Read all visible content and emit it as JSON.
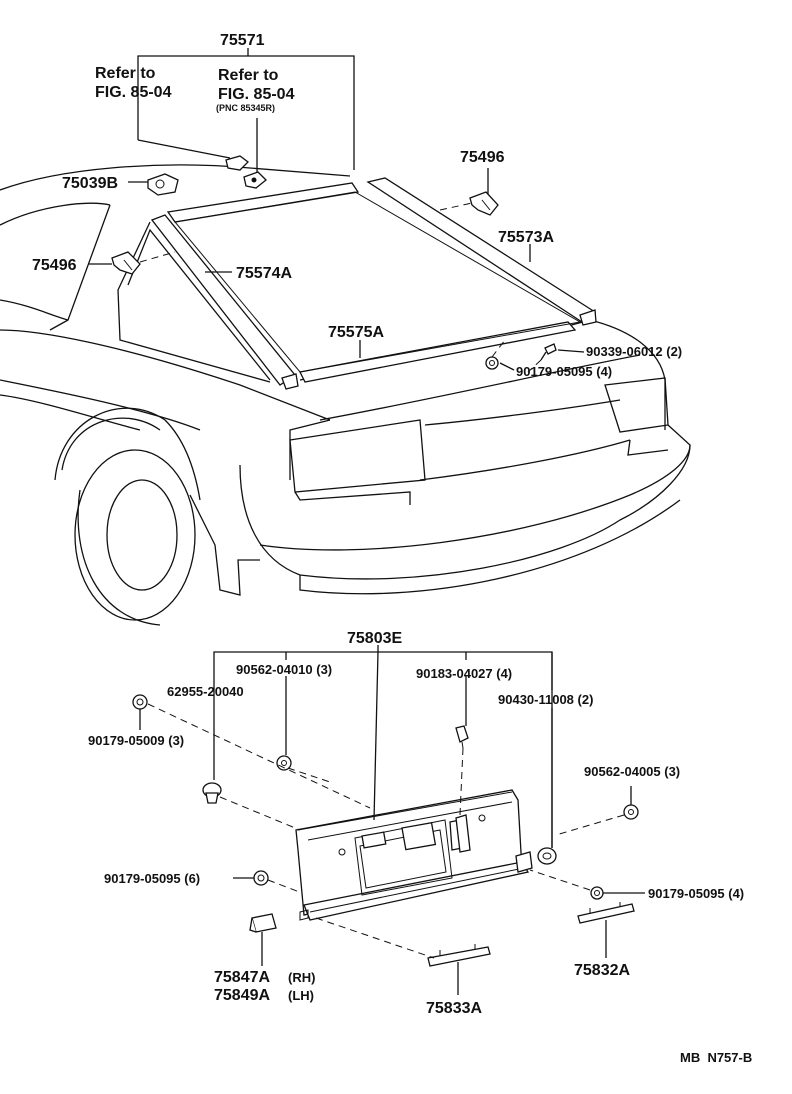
{
  "upper": {
    "p75571": "75571",
    "refer1_a": "Refer to",
    "refer1_b": "FIG. 85-04",
    "refer2_a": "Refer to",
    "refer2_b": "FIG. 85-04",
    "refer2_c": "(PNC 85345R)",
    "p75039b": "75039B",
    "p75496_right": "75496",
    "p75496_left": "75496",
    "p75573a": "75573A",
    "p75574a": "75574A",
    "p75575a": "75575A",
    "p90339": "90339-06012 (2)",
    "p90179_upper": "90179-05095 (4)"
  },
  "lower": {
    "p75803e": "75803E",
    "p90562_04010": "90562-04010 (3)",
    "p90183": "90183-04027 (4)",
    "p62955": "62955-20040",
    "p90430": "90430-11008 (2)",
    "p90179_05009": "90179-05009 (3)",
    "p90562_04005": "90562-04005 (3)",
    "p90179_05095_6": "90179-05095 (6)",
    "p90179_05095_4": "90179-05095 (4)",
    "p75847a": "75847A",
    "p75847a_side": "(RH)",
    "p75849a": "75849A",
    "p75849a_side": "(LH)",
    "p75833a": "75833A",
    "p75832a": "75832A"
  },
  "footer": {
    "code": "MB  N757-B"
  }
}
